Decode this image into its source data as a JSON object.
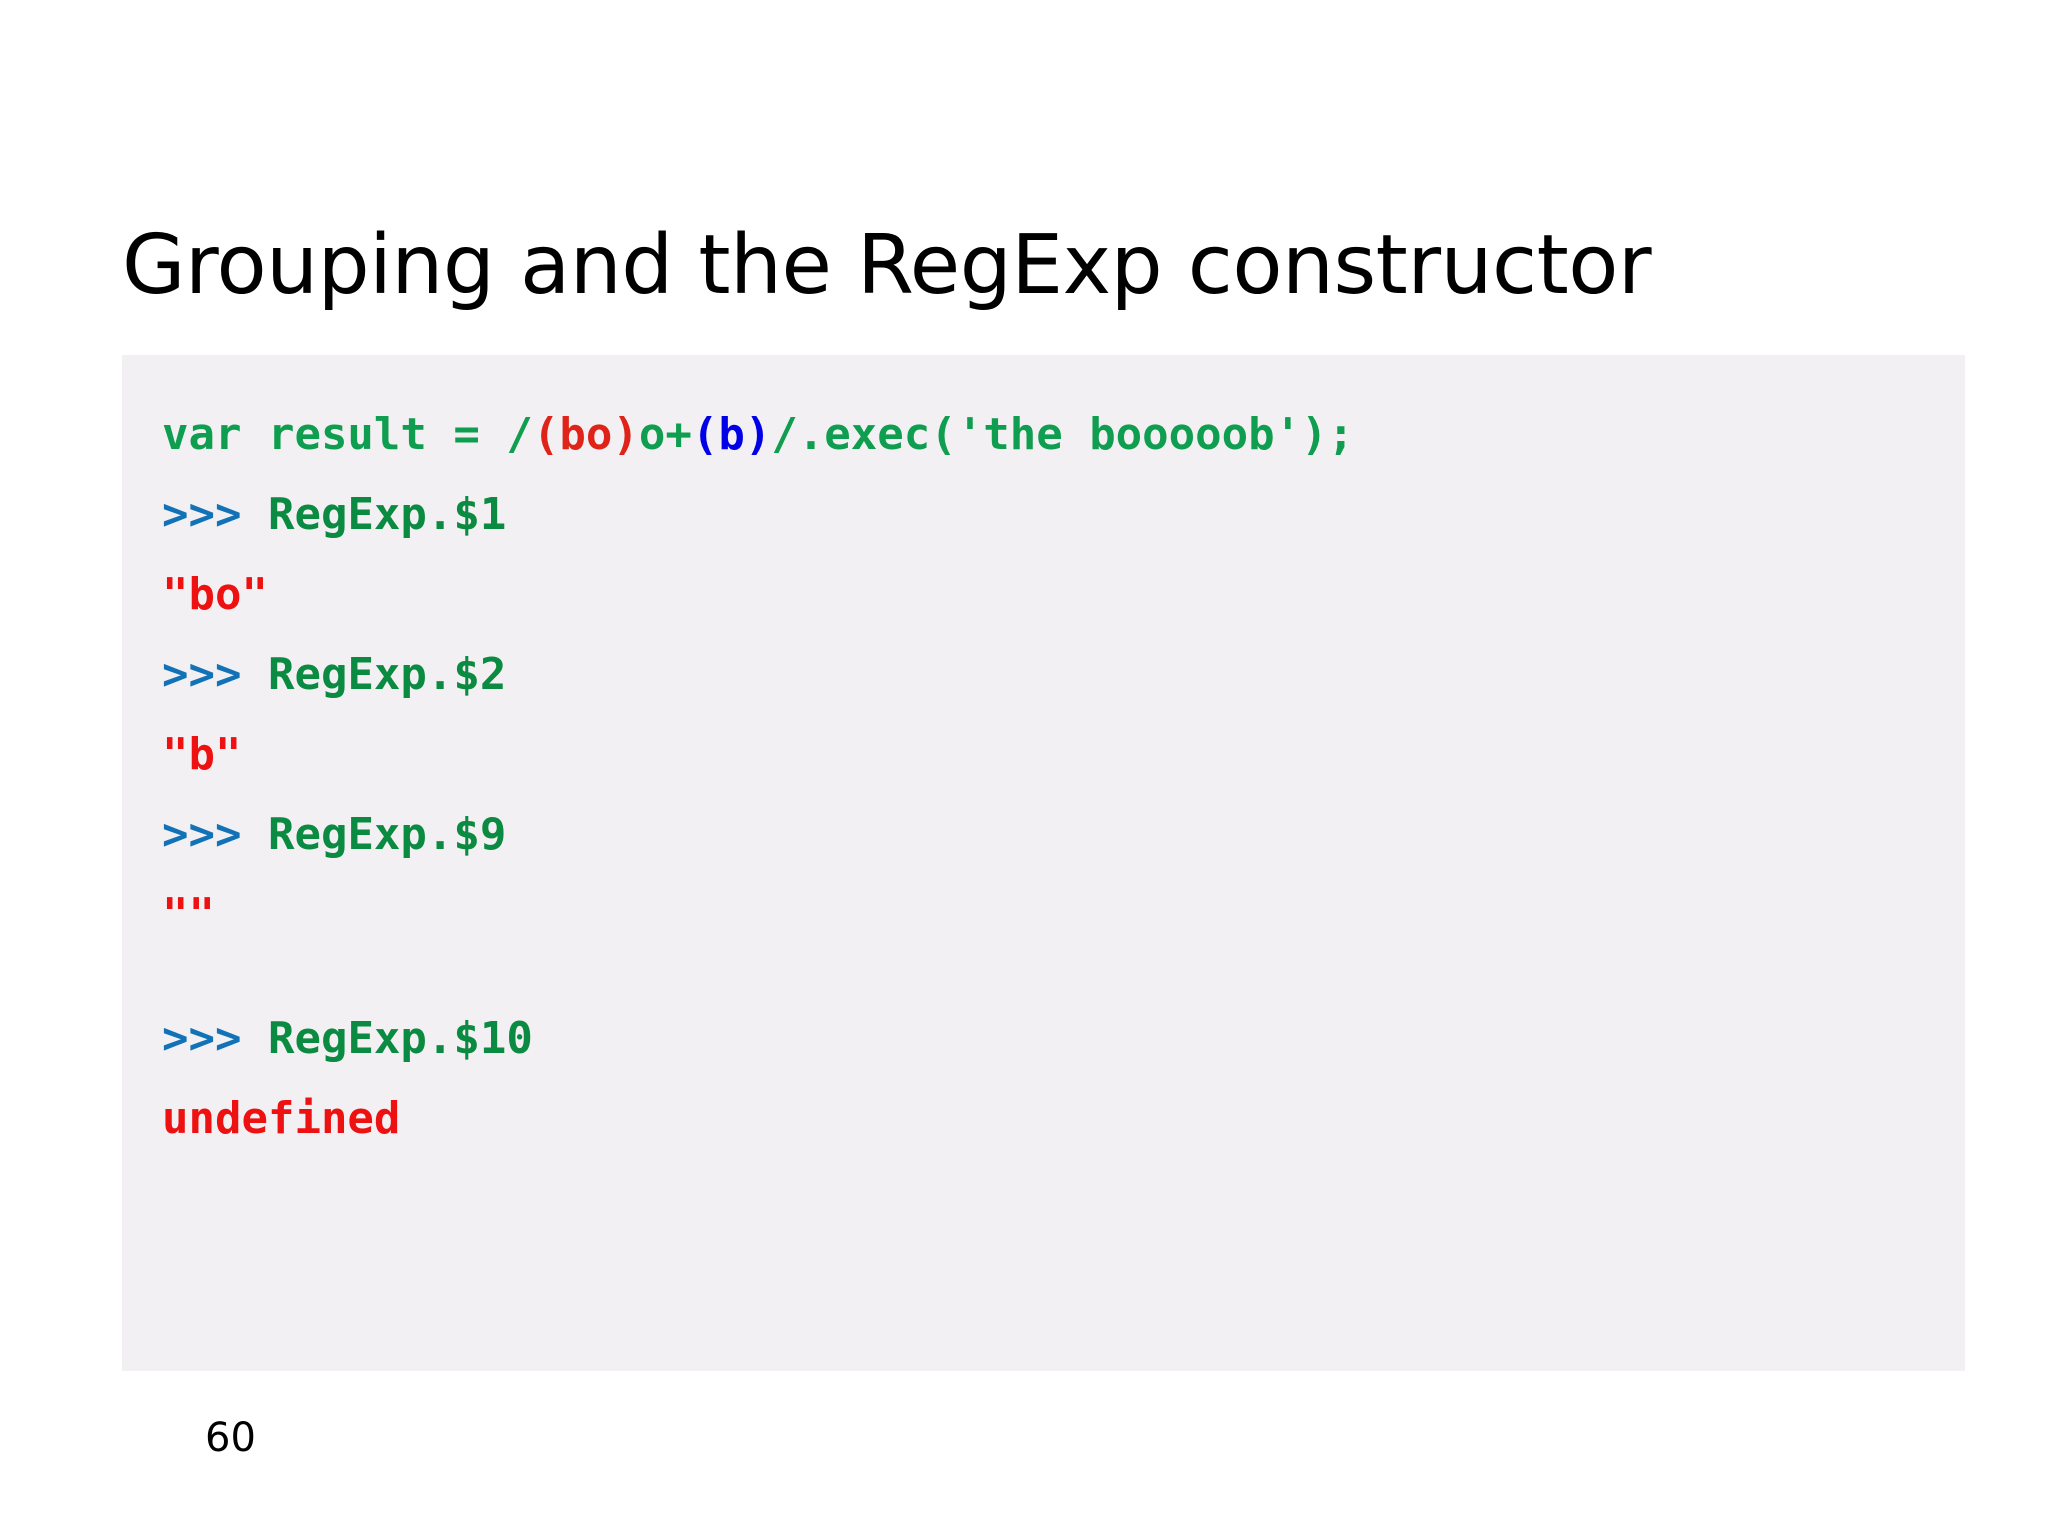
{
  "slide": {
    "title": "Grouping and the RegExp constructor",
    "page_number": "60",
    "background_color": "#ffffff",
    "code_block_background": "#f2f0f2"
  },
  "colors": {
    "keyword_green": "#0f9d4f",
    "output_green": "#0b8a42",
    "string_red": "#ee1111",
    "group1_red": "#e02318",
    "group2_blue": "#0000e8",
    "prompt_blue": "#1272b8",
    "title_black": "#000000"
  },
  "code": {
    "lines": [
      {
        "id": "line-declaration",
        "tokens": [
          {
            "text": "var result = ",
            "color": "green"
          },
          {
            "text": "/",
            "color": "green"
          },
          {
            "text": "(bo)",
            "color": "group1_red"
          },
          {
            "text": "o+",
            "color": "green"
          },
          {
            "text": "(b)",
            "color": "group2_blue"
          },
          {
            "text": "/.exec('the booooob');",
            "color": "green"
          }
        ]
      },
      {
        "id": "line-prompt-1",
        "tokens": [
          {
            "text": ">>> ",
            "color": "prompt_blue"
          },
          {
            "text": "RegExp.$1",
            "color": "output_green"
          }
        ]
      },
      {
        "id": "line-output-1",
        "tokens": [
          {
            "text": "\"bo\"",
            "color": "string_red"
          }
        ]
      },
      {
        "id": "line-prompt-2",
        "tokens": [
          {
            "text": ">>> ",
            "color": "prompt_blue"
          },
          {
            "text": "RegExp.$2",
            "color": "output_green"
          }
        ]
      },
      {
        "id": "line-output-2",
        "tokens": [
          {
            "text": "\"b\"",
            "color": "string_red"
          }
        ]
      },
      {
        "id": "line-prompt-9",
        "tokens": [
          {
            "text": ">>> ",
            "color": "prompt_blue"
          },
          {
            "text": "RegExp.$9",
            "color": "output_green"
          }
        ]
      },
      {
        "id": "line-output-9",
        "spacer_after": true,
        "tokens": [
          {
            "text": "\"\"",
            "color": "string_red"
          }
        ]
      },
      {
        "id": "line-prompt-10",
        "tokens": [
          {
            "text": ">>> ",
            "color": "prompt_blue"
          },
          {
            "text": "RegExp.$10",
            "color": "output_green"
          }
        ]
      },
      {
        "id": "line-output-10",
        "tokens": [
          {
            "text": "undefined",
            "color": "string_red"
          }
        ]
      }
    ]
  }
}
